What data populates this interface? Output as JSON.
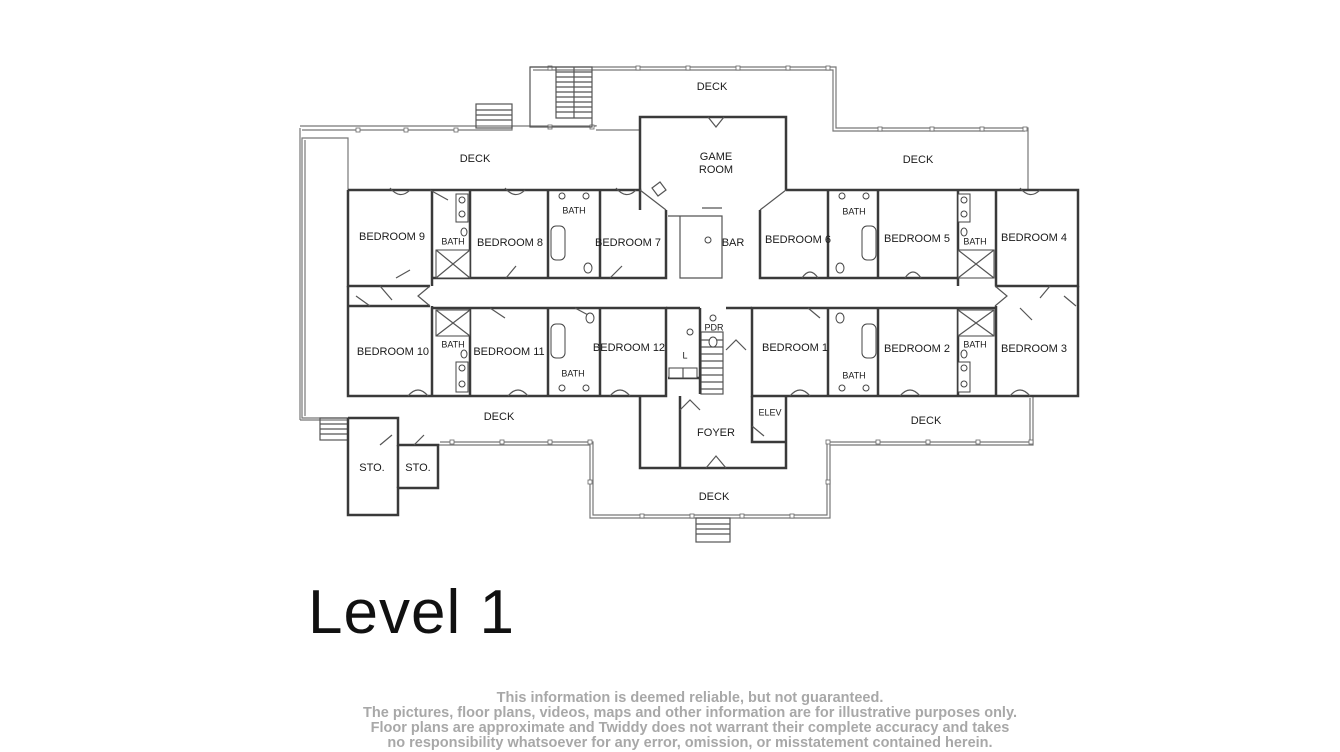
{
  "floor_plan": {
    "rooms": {
      "deck_top": "DECK",
      "deck_upper_left": "DECK",
      "deck_upper_right": "DECK",
      "deck_lower_left": "DECK",
      "deck_lower_right": "DECK",
      "deck_bottom": "DECK",
      "game_room_line1": "GAME",
      "game_room_line2": "ROOM",
      "bar": "BAR",
      "foyer": "FOYER",
      "elev": "ELEV",
      "pdr": "PDR",
      "laundry": "L",
      "storage_1": "STO.",
      "storage_2": "STO.",
      "bedroom_1": "BEDROOM 1",
      "bedroom_2": "BEDROOM 2",
      "bedroom_3": "BEDROOM 3",
      "bedroom_4": "BEDROOM 4",
      "bedroom_5": "BEDROOM 5",
      "bedroom_6": "BEDROOM 6",
      "bedroom_7": "BEDROOM 7",
      "bedroom_8": "BEDROOM 8",
      "bedroom_9": "BEDROOM 9",
      "bedroom_10": "BEDROOM 10",
      "bedroom_11": "BEDROOM 11",
      "bedroom_12": "BEDROOM 12",
      "bath_7_8": "BATH",
      "bath_8_9": "BATH",
      "bath_5_6": "BATH",
      "bath_4_5": "BATH",
      "bath_10_11": "BATH",
      "bath_11_12": "BATH",
      "bath_1_2": "BATH",
      "bath_2_3": "BATH"
    }
  },
  "level_title": "Level 1",
  "disclaimer": {
    "line1": "This information is deemed reliable, but not guaranteed.",
    "line2": "The pictures, floor plans, videos, maps and other information are for illustrative purposes only.",
    "line3": "Floor plans are approximate and Twiddy does not warrant their complete accuracy and takes",
    "line4": "no responsibility whatsoever for any error, omission, or misstatement contained herein."
  },
  "colors": {
    "wall": "#3a3a3a",
    "text": "#1a1a1a",
    "disclaimer": "#a8a8a8",
    "background": "#ffffff"
  }
}
